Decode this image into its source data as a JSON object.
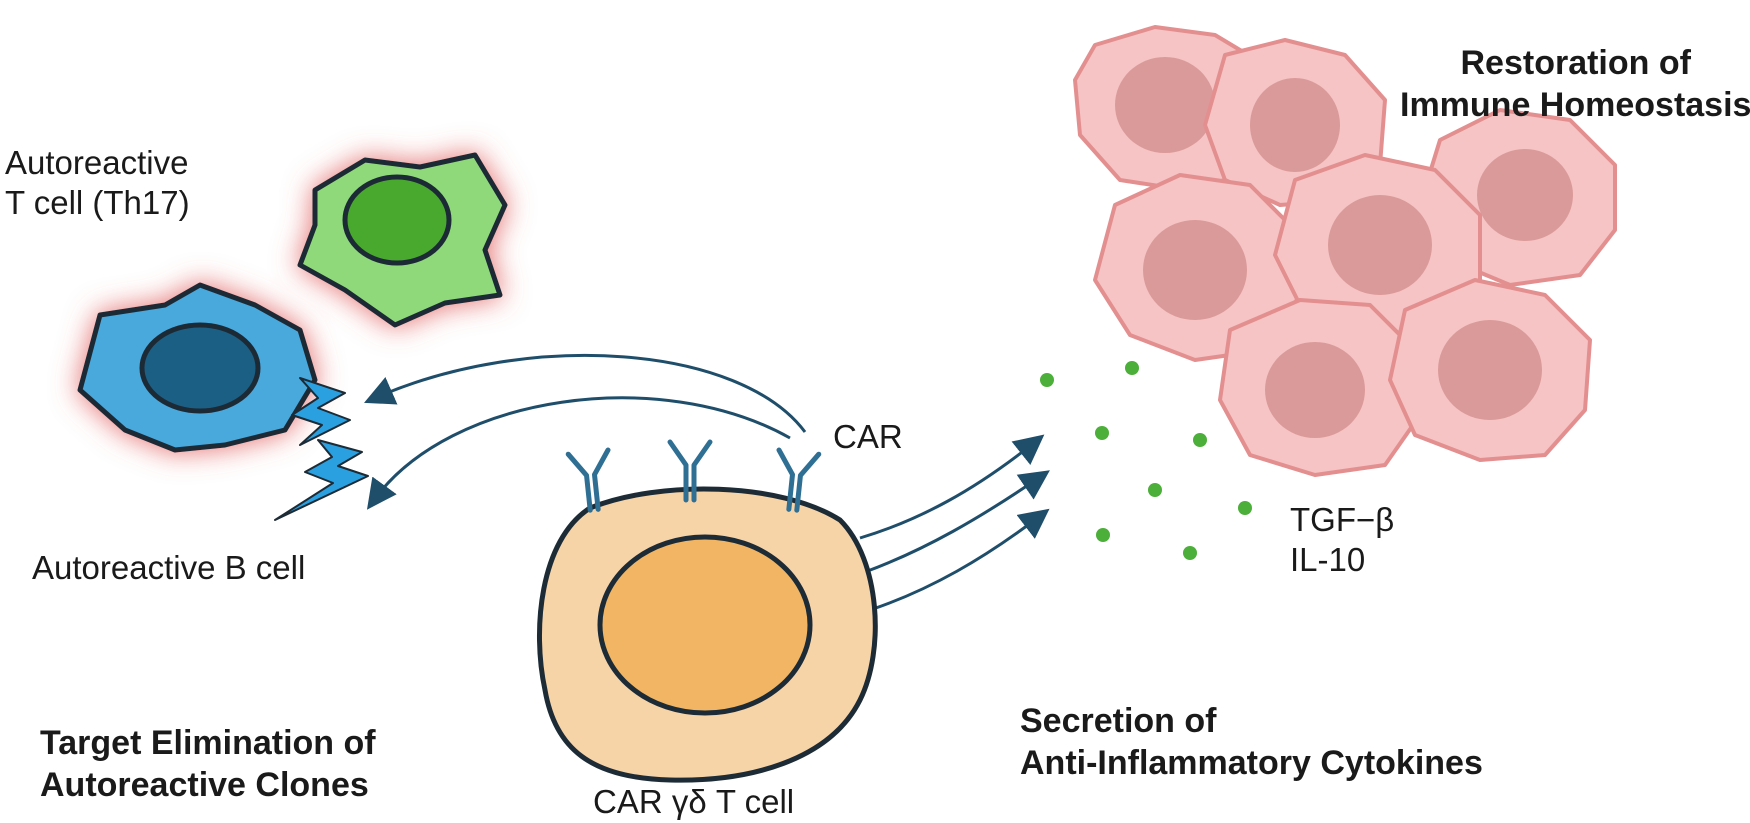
{
  "labels": {
    "t_cell": [
      "Autoreactive",
      "T cell (Th17)"
    ],
    "b_cell": "Autoreactive B cell",
    "car": "CAR",
    "car_t_cell": "CAR γδ T cell",
    "cytokines": [
      "TGF−β",
      "IL-10"
    ],
    "elimination": [
      "Target Elimination of",
      "Autoreactive Clones"
    ],
    "secretion": [
      "Secretion of",
      "Anti-Inflammatory Cytokines"
    ],
    "restoration": [
      "Restoration of",
      "Immune Homeostasis"
    ]
  },
  "colors": {
    "arrow": "#1f4e6b",
    "outline": "#1c2b36",
    "t_cell_fill": "#8fd97a",
    "t_cell_nucleus": "#4aa82e",
    "b_cell_fill": "#49a8dc",
    "b_cell_nucleus": "#1e5f85",
    "glow": "#e05555",
    "car_cell_fill": "#f7d3a8",
    "car_cell_nucleus": "#f1b563",
    "receptor": "#2e6f93",
    "healthy_fill": "#f6c4c4",
    "healthy_outline": "#e38f8f",
    "healthy_nucleus": "#db9a9a",
    "dot": "#4caf3a",
    "bolt": "#2aa0e0"
  }
}
